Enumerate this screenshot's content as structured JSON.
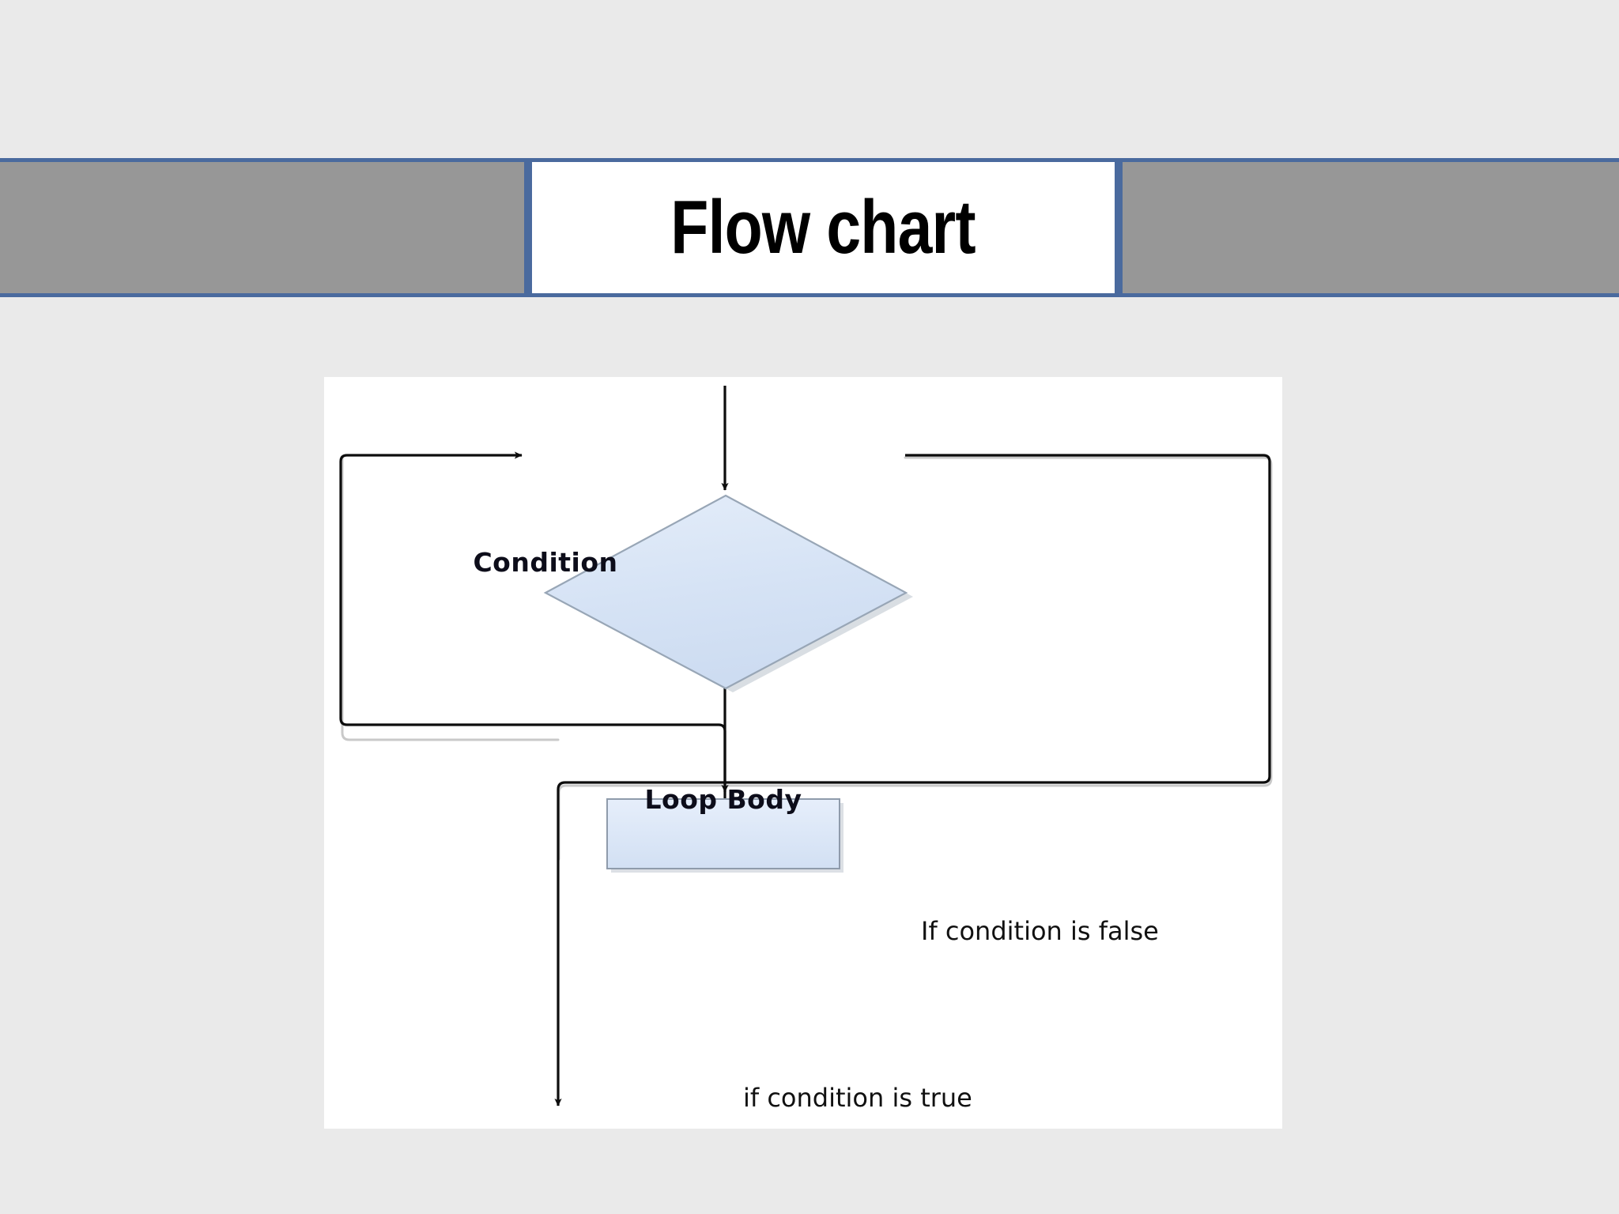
{
  "slide": {
    "background_color": "#eaeaea",
    "title": "Flow chart",
    "band": {
      "side_panel_color": "#979797",
      "border_color": "#4a6a9e",
      "title_box_color": "#ffffff"
    }
  },
  "diagram": {
    "canvas_color": "#ffffff",
    "shape_fill": "#d6e3f5",
    "shape_stroke": "#9aa7b5",
    "connector_color": "#0d0d0d",
    "nodes": [
      {
        "id": "condition",
        "type": "decision",
        "label": "Condition"
      },
      {
        "id": "loop_body",
        "type": "process",
        "label": "Loop Body"
      }
    ],
    "edges": [
      {
        "id": "entry",
        "from": "",
        "to": "condition",
        "label": ""
      },
      {
        "id": "false_branch",
        "from": "condition",
        "to": "exit",
        "label": "If condition is false"
      },
      {
        "id": "true_branch",
        "from": "condition",
        "to": "loop_body",
        "label": "if condition is true"
      },
      {
        "id": "loop_back",
        "from": "loop_body",
        "to": "condition",
        "label": ""
      }
    ]
  },
  "chart_data": {
    "type": "diagram",
    "title": "Flow chart",
    "diagram_kind": "flowchart-while-loop",
    "nodes": [
      {
        "name": "Condition",
        "shape": "diamond",
        "fill": "#d6e3f5"
      },
      {
        "name": "Loop Body",
        "shape": "rectangle",
        "fill": "#d6e3f5"
      }
    ],
    "edge_labels": [
      "If condition is false",
      "if condition is true"
    ],
    "flow": [
      "entry -> Condition",
      "Condition -(if condition is true)-> Loop Body",
      "Loop Body -> back to Condition",
      "Condition -(If condition is false)-> exit"
    ]
  }
}
